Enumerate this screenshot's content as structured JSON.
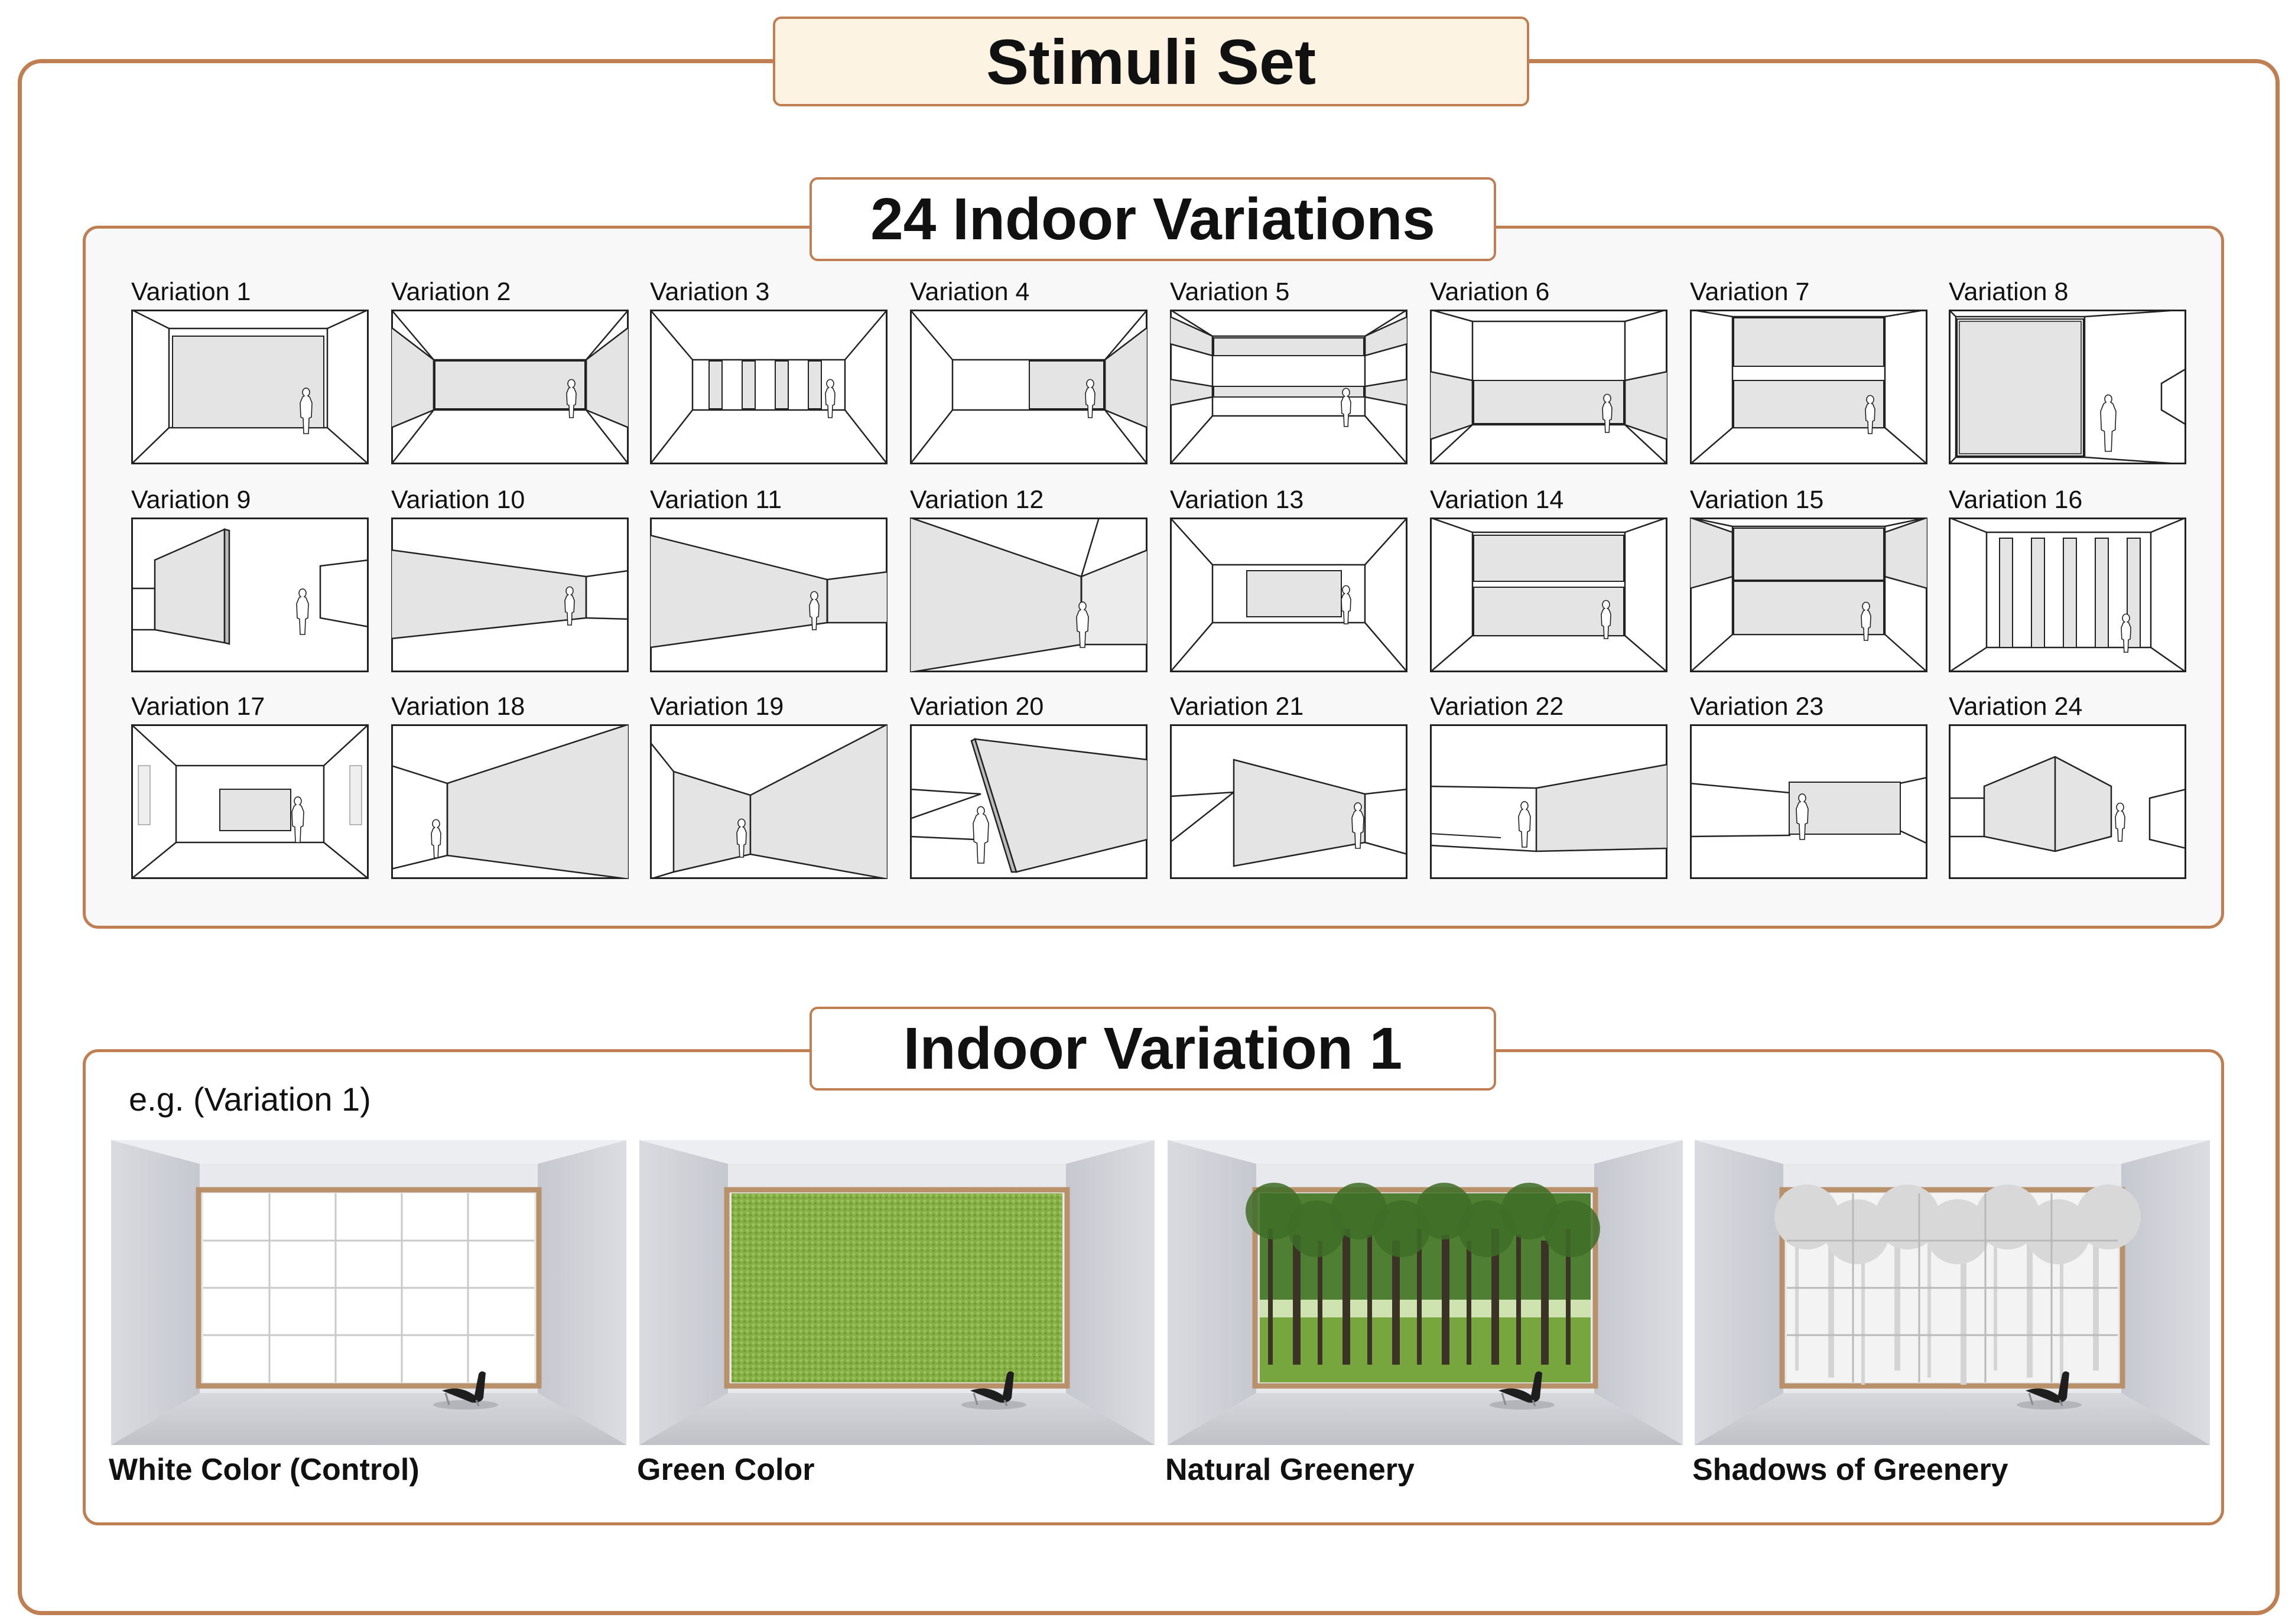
{
  "header": {
    "title": "Stimuli Set"
  },
  "variations_section": {
    "title": "24 Indoor Variations",
    "variations": [
      {
        "label": "Variation 1",
        "icon": "room-sketch-icon"
      },
      {
        "label": "Variation 2",
        "icon": "room-sketch-icon"
      },
      {
        "label": "Variation 3",
        "icon": "room-sketch-icon"
      },
      {
        "label": "Variation 4",
        "icon": "room-sketch-icon"
      },
      {
        "label": "Variation 5",
        "icon": "room-sketch-icon"
      },
      {
        "label": "Variation 6",
        "icon": "room-sketch-icon"
      },
      {
        "label": "Variation 7",
        "icon": "room-sketch-icon"
      },
      {
        "label": "Variation 8",
        "icon": "room-sketch-icon"
      },
      {
        "label": "Variation 9",
        "icon": "room-sketch-icon"
      },
      {
        "label": "Variation 10",
        "icon": "room-sketch-icon"
      },
      {
        "label": "Variation 11",
        "icon": "room-sketch-icon"
      },
      {
        "label": "Variation 12",
        "icon": "room-sketch-icon"
      },
      {
        "label": "Variation 13",
        "icon": "room-sketch-icon"
      },
      {
        "label": "Variation 14",
        "icon": "room-sketch-icon"
      },
      {
        "label": "Variation 15",
        "icon": "room-sketch-icon"
      },
      {
        "label": "Variation 16",
        "icon": "room-sketch-icon"
      },
      {
        "label": "Variation 17",
        "icon": "room-sketch-icon"
      },
      {
        "label": "Variation 18",
        "icon": "room-sketch-icon"
      },
      {
        "label": "Variation 19",
        "icon": "room-sketch-icon"
      },
      {
        "label": "Variation 20",
        "icon": "room-sketch-icon"
      },
      {
        "label": "Variation 21",
        "icon": "room-sketch-icon"
      },
      {
        "label": "Variation 22",
        "icon": "room-sketch-icon"
      },
      {
        "label": "Variation 23",
        "icon": "room-sketch-icon"
      },
      {
        "label": "Variation 24",
        "icon": "room-sketch-icon"
      }
    ]
  },
  "example_section": {
    "title": "Indoor Variation 1",
    "note": "e.g. (Variation 1)",
    "renders": [
      {
        "caption": "White Color (Control)",
        "wall": "white",
        "wall_color": "#ffffff"
      },
      {
        "caption": "Green Color",
        "wall": "green",
        "wall_color": "#86b046"
      },
      {
        "caption": "Natural Greenery",
        "wall": "nature",
        "wall_color": "#5f8f3c"
      },
      {
        "caption": "Shadows of Greenery",
        "wall": "shadow",
        "wall_color": "#dcdcdc"
      }
    ]
  },
  "colors": {
    "frame": "#c07f52",
    "title_fill": "#fdf3e3",
    "panel_fill": "#f8f8f8",
    "wall_gray": "#e4e4e4"
  }
}
